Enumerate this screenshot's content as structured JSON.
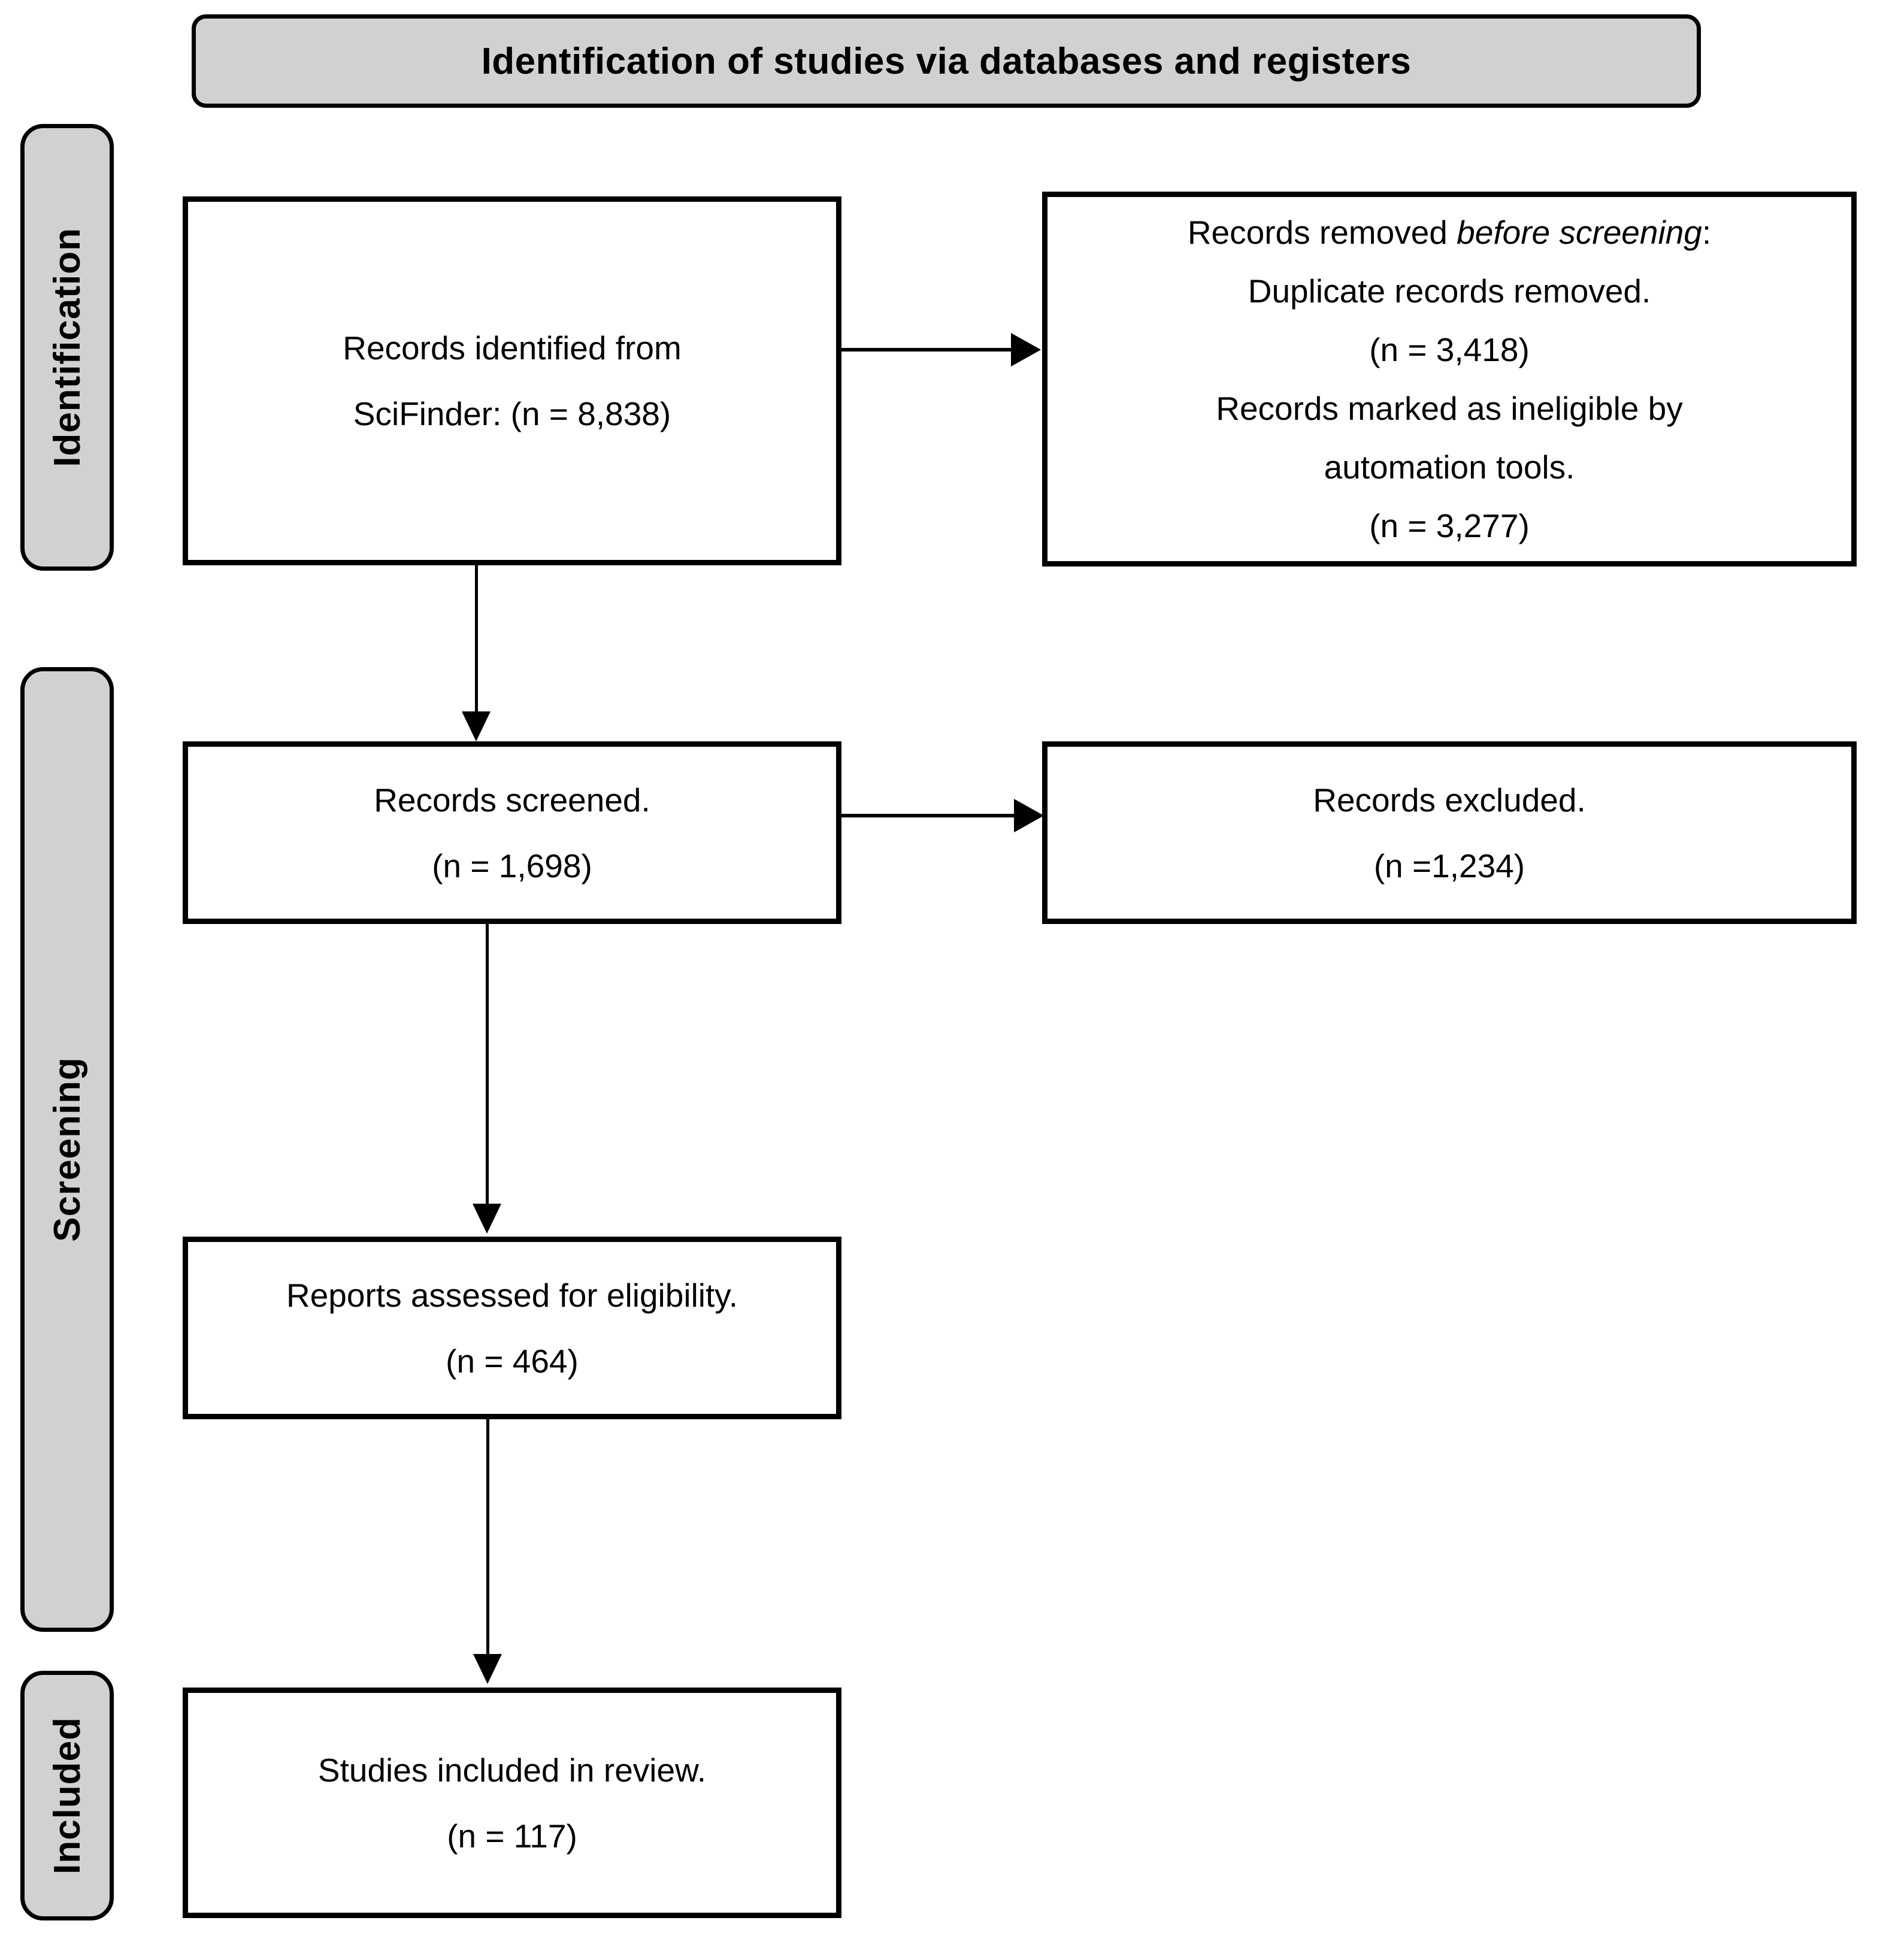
{
  "title": "Identification of studies via databases and registers",
  "colors": {
    "stage_fill": "#d2d1d2",
    "box_fill": "#ffffff",
    "border": "#000000",
    "text": "#000000",
    "background": "#ffffff"
  },
  "stages": {
    "identification": "Identification",
    "screening": "Screening",
    "included": "Included"
  },
  "boxes": {
    "records_identified": {
      "line1": "Records identified from",
      "line2": "SciFinder: (n = 8,838)"
    },
    "records_removed": {
      "line1_prefix": "Records removed ",
      "line1_italic": "before screening",
      "line1_suffix": ":",
      "line2": "Duplicate records removed.",
      "line3": "(n = 3,418)",
      "line4": "Records marked as ineligible by",
      "line5": "automation tools.",
      "line6": "(n = 3,277)"
    },
    "records_screened": {
      "line1": "Records screened.",
      "line2": "(n = 1,698)"
    },
    "records_excluded": {
      "line1": "Records excluded.",
      "line2": "(n =1,234)"
    },
    "reports_assessed": {
      "line1": "Reports assessed for eligibility.",
      "line2": "(n = 464)"
    },
    "studies_included": {
      "line1": "Studies included in review.",
      "line2": "(n = 117)"
    }
  }
}
